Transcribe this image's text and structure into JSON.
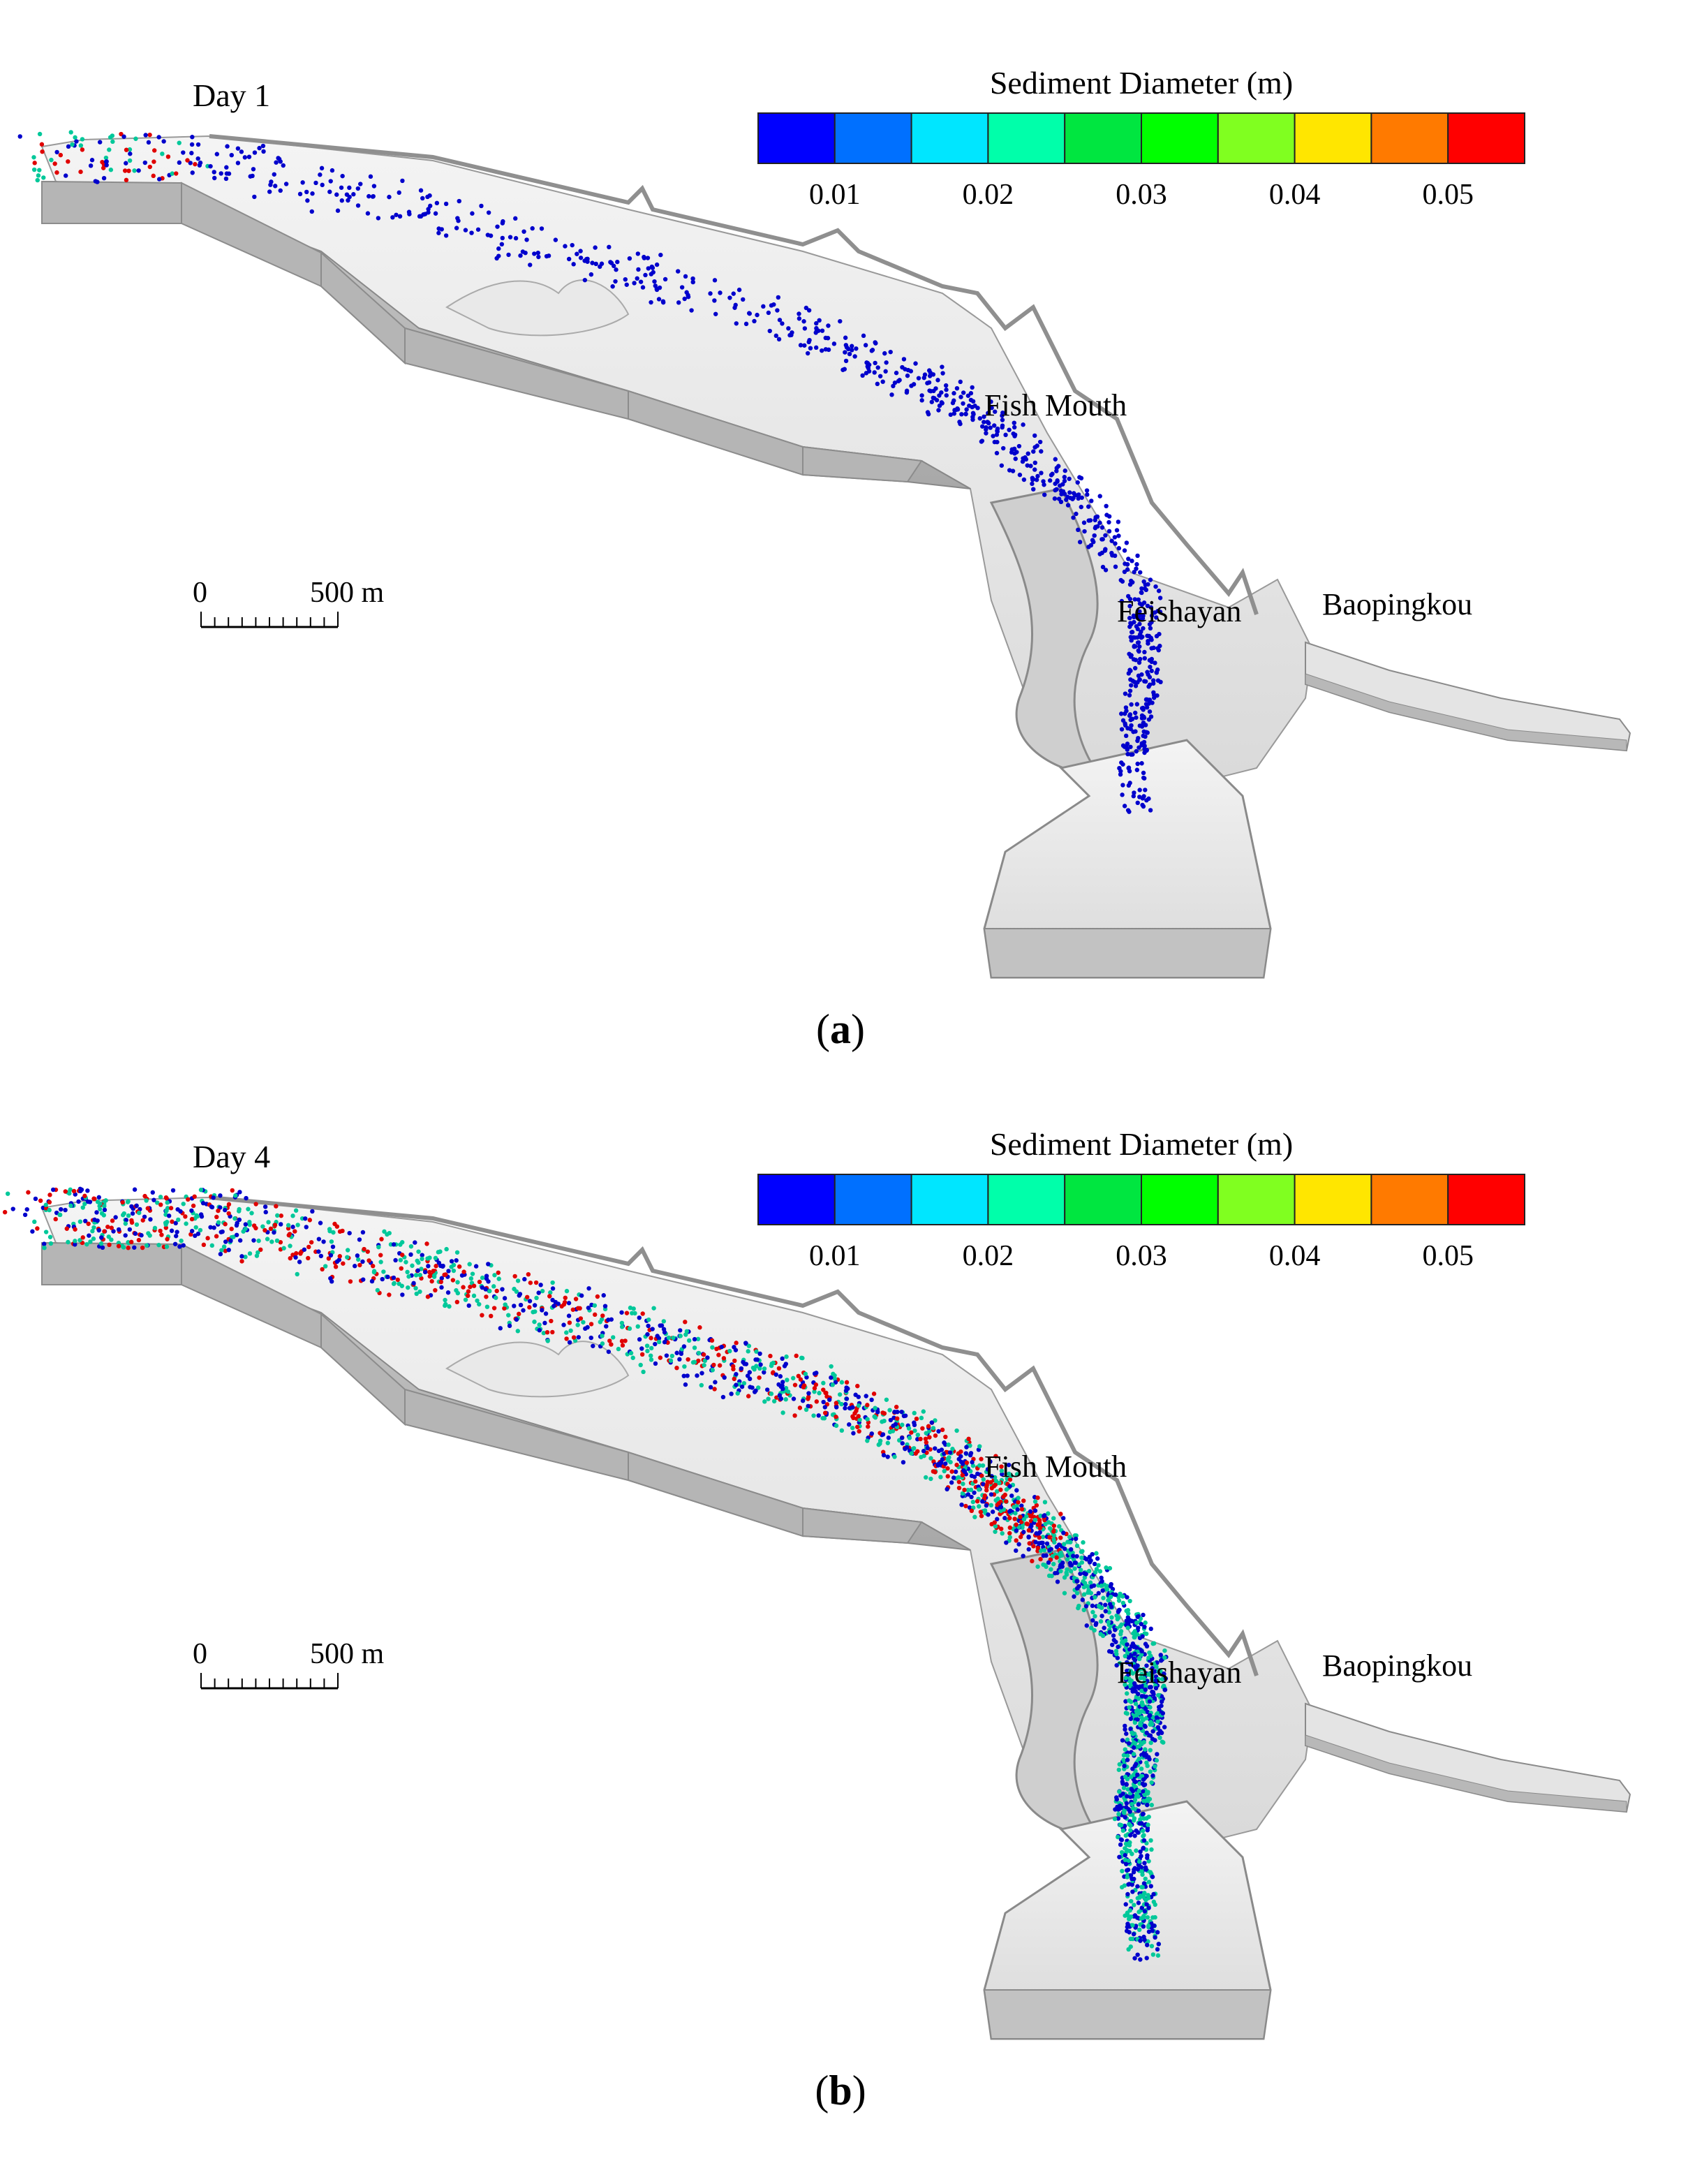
{
  "legend": {
    "title": "Sediment Diameter (m)",
    "ticks": [
      "0.01",
      "0.02",
      "0.03",
      "0.04",
      "0.05"
    ],
    "colors": [
      "#0000ff",
      "#0070ff",
      "#00e6ff",
      "#00ffaa",
      "#00e640",
      "#00ff00",
      "#80ff20",
      "#ffe600",
      "#ff7a00",
      "#ff0000"
    ]
  },
  "scale_bar": {
    "start": "0",
    "end": "500 m"
  },
  "places": {
    "fish_mouth": "Fish Mouth",
    "feishayan": "Feishayan",
    "baopingkou": "Baopingkou"
  },
  "panels": [
    {
      "day_label": "Day 1",
      "caption_open": "(",
      "caption_letter": "a",
      "caption_close": ")"
    },
    {
      "day_label": "Day 4",
      "caption_open": "(",
      "caption_letter": "b",
      "caption_close": ")"
    }
  ],
  "particle_colors": {
    "fine": "#0000cc",
    "mid": "#00c89a",
    "coarse": "#e00000"
  }
}
